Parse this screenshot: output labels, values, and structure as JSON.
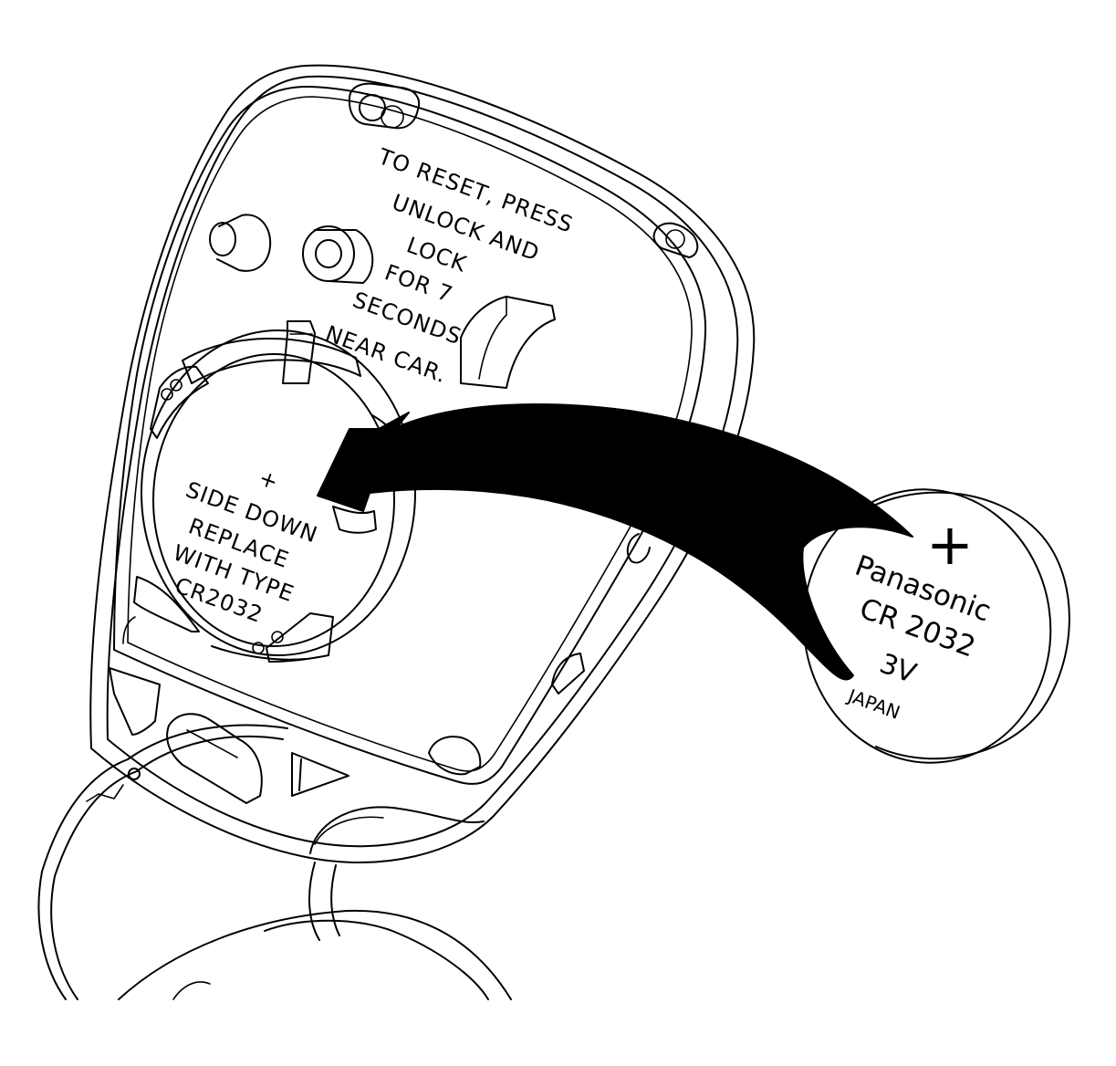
{
  "fob": {
    "reset_lines": [
      "TO RESET, PRESS",
      "UNLOCK AND",
      "LOCK",
      "FOR 7",
      "SECONDS",
      "NEAR CAR."
    ],
    "slot_lines": [
      "+",
      "SIDE DOWN",
      "REPLACE",
      "WITH TYPE",
      "CR2032"
    ]
  },
  "battery": {
    "polarity": "+",
    "brand": "Panasonic",
    "model": "CR 2032",
    "voltage": "3V",
    "origin": "JAPAN"
  },
  "icons": {
    "arrow": "curved-insert-arrow-icon",
    "battery": "coin-cell-battery-icon"
  },
  "colors": {
    "ink": "#000000",
    "paper": "#ffffff"
  }
}
